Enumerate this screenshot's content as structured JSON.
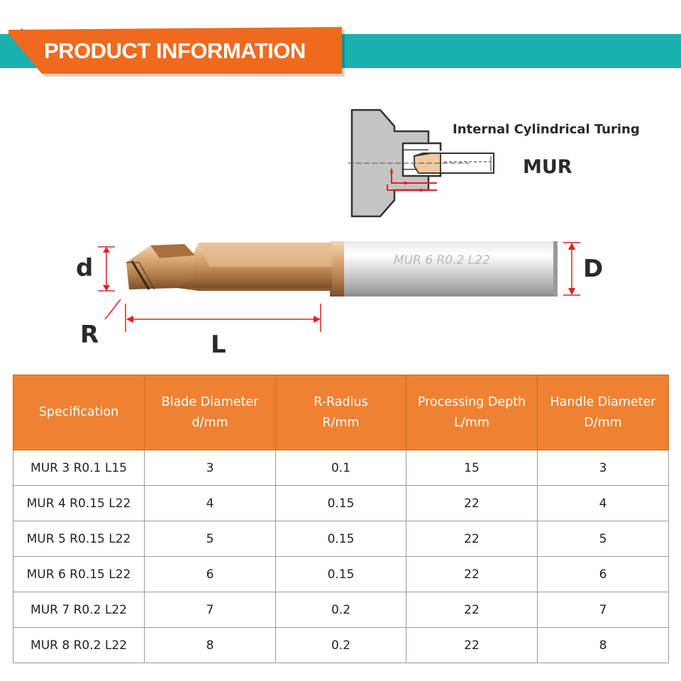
{
  "banner": {
    "title": "PRODUCT INFORMATION",
    "accent": "#f06a1e",
    "stripe": "#1ab0b0"
  },
  "schematic": {
    "caption": "Internal Cylindrical Turing",
    "model": "MUR"
  },
  "tool": {
    "engraving": "MUR  6  R0.2 L22",
    "dimensions": {
      "d": "d",
      "D": "D",
      "R": "R",
      "L": "L"
    }
  },
  "table": {
    "headers": [
      {
        "line1": "Specification",
        "line2": ""
      },
      {
        "line1": "Blade Diameter",
        "line2": "d/mm"
      },
      {
        "line1": "R-Radius",
        "line2": "R/mm"
      },
      {
        "line1": "Processing Depth",
        "line2": "L/mm"
      },
      {
        "line1": "Handle Diameter",
        "line2": "D/mm"
      }
    ],
    "rows": [
      [
        "MUR 3 R0.1 L15",
        "3",
        "0.1",
        "15",
        "3"
      ],
      [
        "MUR 4 R0.15 L22",
        "4",
        "0.15",
        "22",
        "4"
      ],
      [
        "MUR 5 R0.15 L22",
        "5",
        "0.15",
        "22",
        "5"
      ],
      [
        "MUR 6 R0.15 L22",
        "6",
        "0.15",
        "22",
        "6"
      ],
      [
        "MUR 7 R0.2 L22",
        "7",
        "0.2",
        "22",
        "7"
      ],
      [
        "MUR 8 R0.2 L22",
        "8",
        "0.2",
        "22",
        "8"
      ]
    ],
    "header_color": "#ee8232"
  }
}
